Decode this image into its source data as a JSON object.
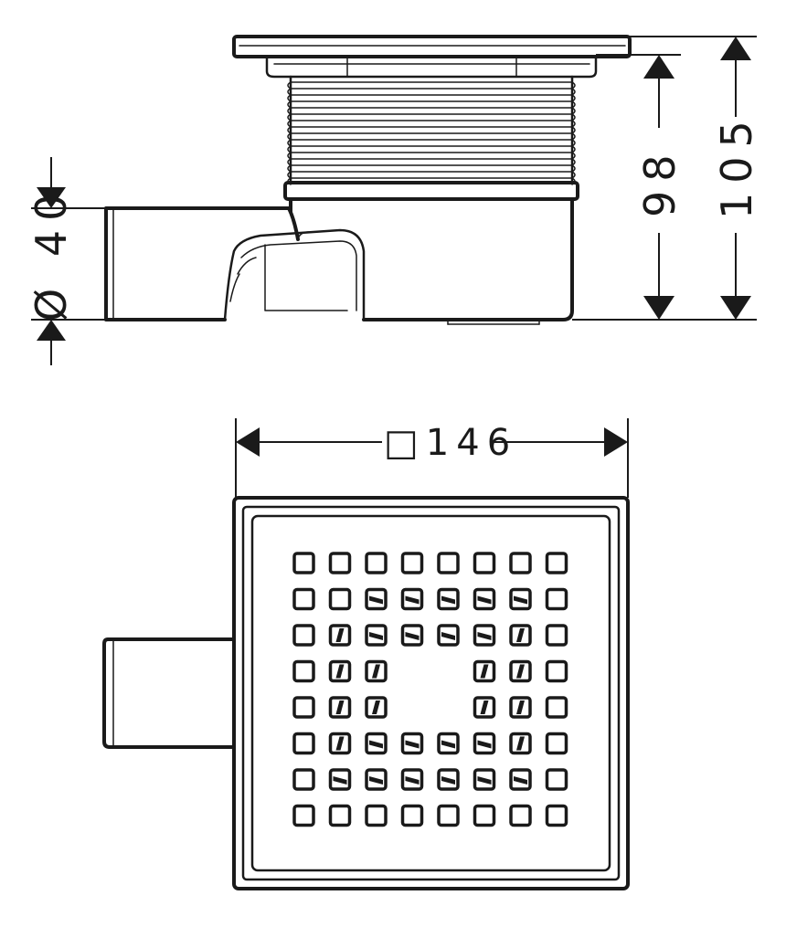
{
  "dimensions": {
    "overall_height": "105",
    "body_height": "98",
    "outlet_diameter": "Ø 40",
    "grate_size": "□146"
  },
  "grate": {
    "rows": 8,
    "cols": 8
  },
  "colors": {
    "line": "#1a1a1a",
    "background": "#ffffff"
  }
}
